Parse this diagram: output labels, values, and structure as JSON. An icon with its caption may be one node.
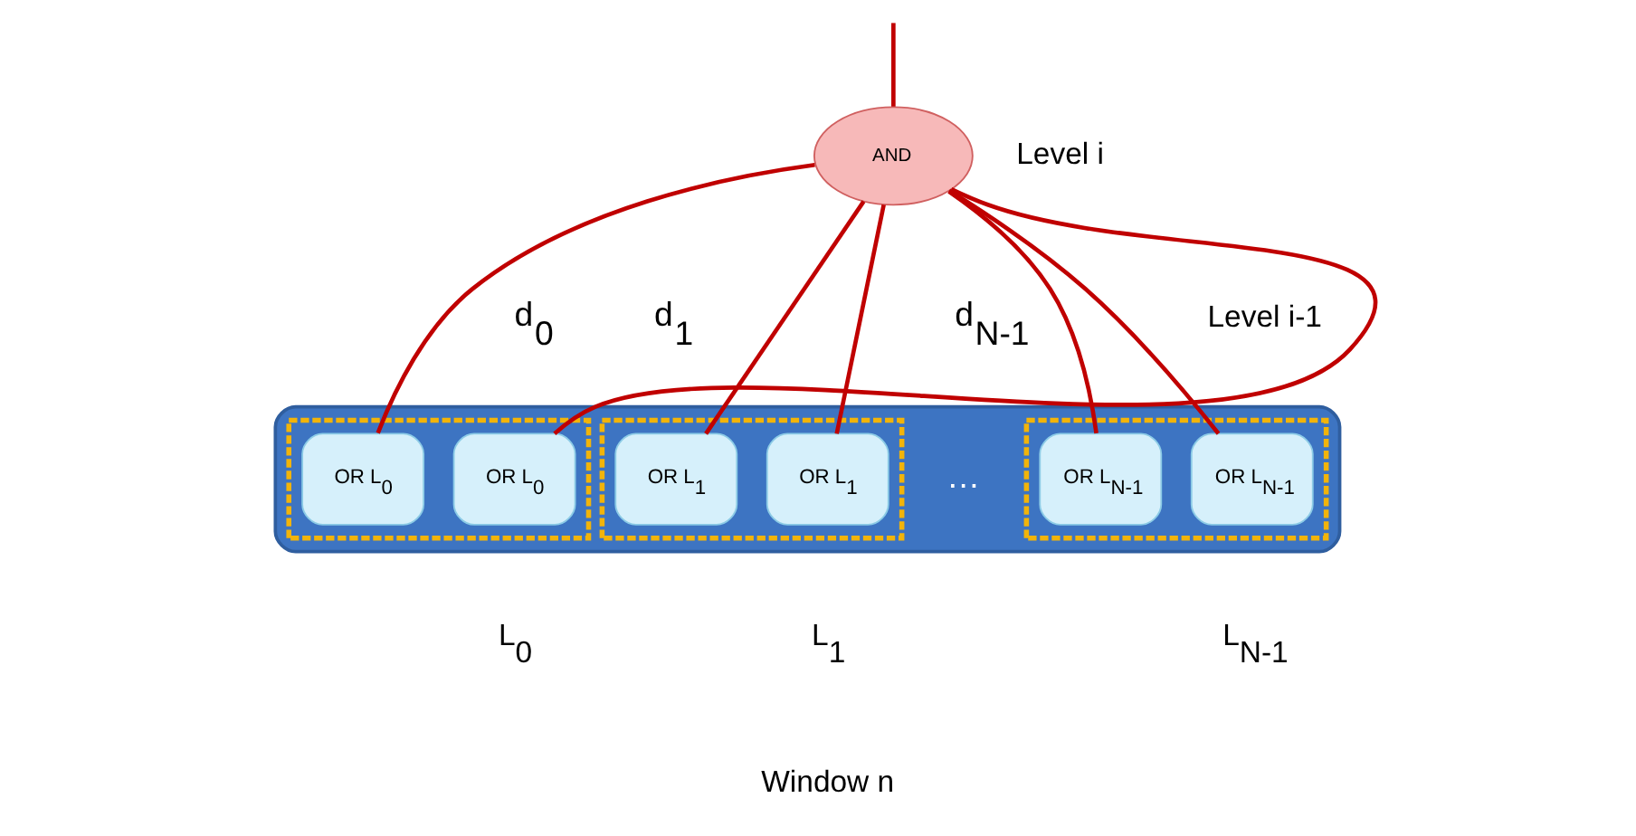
{
  "diagram": {
    "nodes": [
      {
        "text": [
          "AND"
        ]
      },
      {
        "text": [],
        "shape": "bar"
      },
      {
        "text": [],
        "shape": "box",
        "in": 1
      },
      {
        "text": [
          "OR L$_{0}$"
        ],
        "in": 2
      },
      {
        "text": [
          "OR L$_{0}$"
        ],
        "in": 2
      },
      {
        "text": [],
        "shape": "box",
        "in": 1
      },
      {
        "text": [
          "OR L$_{1}$"
        ],
        "in": 5
      },
      {
        "text": [
          "OR L$_{1}$"
        ],
        "in": 5
      },
      {
        "text": [],
        "shape": "box",
        "in": 1
      },
      {
        "text": [
          "OR L$_{N-1}$"
        ],
        "in": 8
      },
      {
        "text": [
          "OR L$_{N-1}$"
        ],
        "in": 8
      }
    ],
    "edges": [
      {
        "from": null,
        "to": 0,
        "arrow": "none"
      },
      {
        "from": 0,
        "to": 3,
        "arrow": "none"
      },
      {
        "from": 0,
        "to": 4,
        "arrow": "none"
      },
      {
        "from": 0,
        "to": 6,
        "arrow": "none"
      },
      {
        "from": 0,
        "to": 7,
        "arrow": "none"
      },
      {
        "from": 0,
        "to": 9,
        "arrow": "none"
      },
      {
        "from": 0,
        "to": 10,
        "arrow": "none"
      }
    ],
    "labels": [
      "Level i",
      "d$_{0}$",
      "d$_{1}$",
      "d$_{N-1}$",
      "…",
      "Level i-1",
      "L$_{0}$",
      "L$_{1}$",
      "L$_{N-1}$",
      "Window n"
    ]
  }
}
